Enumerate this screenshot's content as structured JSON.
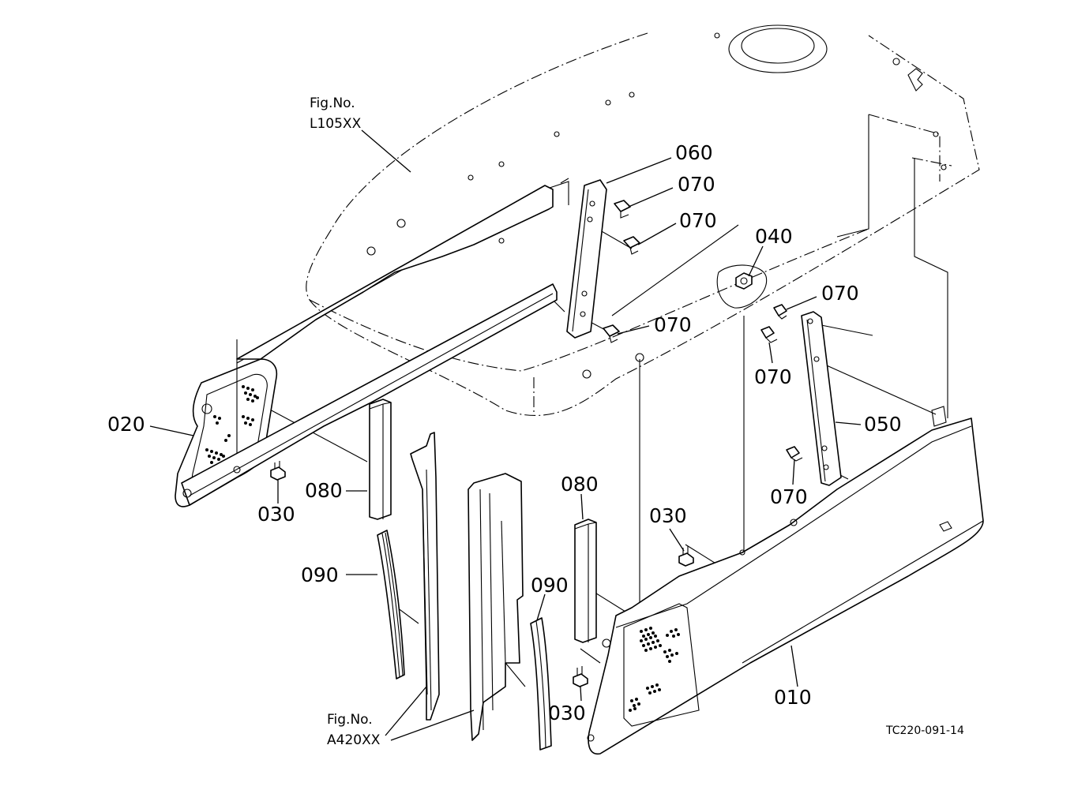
{
  "callouts": {
    "p010": "010",
    "p020": "020",
    "p030_a": "030",
    "p030_b": "030",
    "p030_c": "030",
    "p040": "040",
    "p050": "050",
    "p060": "060",
    "p070_a": "070",
    "p070_b": "070",
    "p070_c": "070",
    "p070_d": "070",
    "p070_e": "070",
    "p070_f": "070",
    "p080_a": "080",
    "p080_b": "080",
    "p090_a": "090",
    "p090_b": "090"
  },
  "references": {
    "top": {
      "line1": "Fig.No.",
      "line2": "L105XX"
    },
    "bottom": {
      "line1": "Fig.No.",
      "line2": "A420XX"
    }
  },
  "drawing_code": "TC220-091-14"
}
